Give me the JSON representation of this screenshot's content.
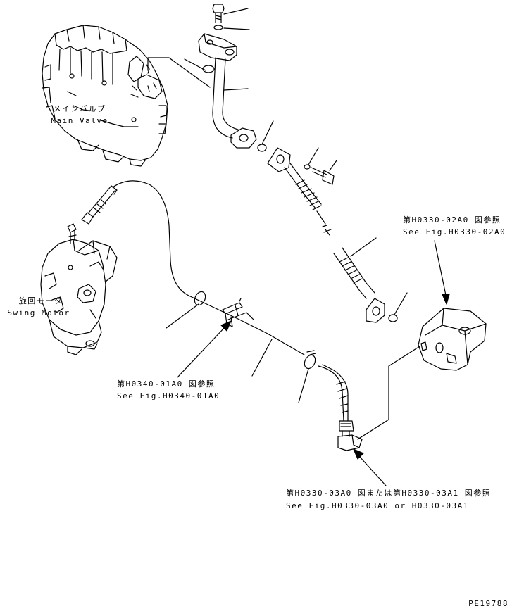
{
  "labels": {
    "main_valve_jp": "メインバルブ",
    "main_valve_en": "Main Valve",
    "swing_motor_jp": "旋回モータ",
    "swing_motor_en": "Swing Motor",
    "ref_0340_jp": "第H0340-01A0 図参照",
    "ref_0340_en": "See Fig.H0340-01A0",
    "ref_0330_02_jp": "第H0330-02A0 図参照",
    "ref_0330_02_en": "See Fig.H0330-02A0",
    "ref_0330_03_jp": "第H0330-03A0 図または第H0330-03A1 図参照",
    "ref_0330_03_en": "See Fig.H0330-03A0 or H0330-03A1",
    "drawing_no": "PE19788"
  },
  "colors": {
    "line": "#000000",
    "background": "#ffffff"
  }
}
